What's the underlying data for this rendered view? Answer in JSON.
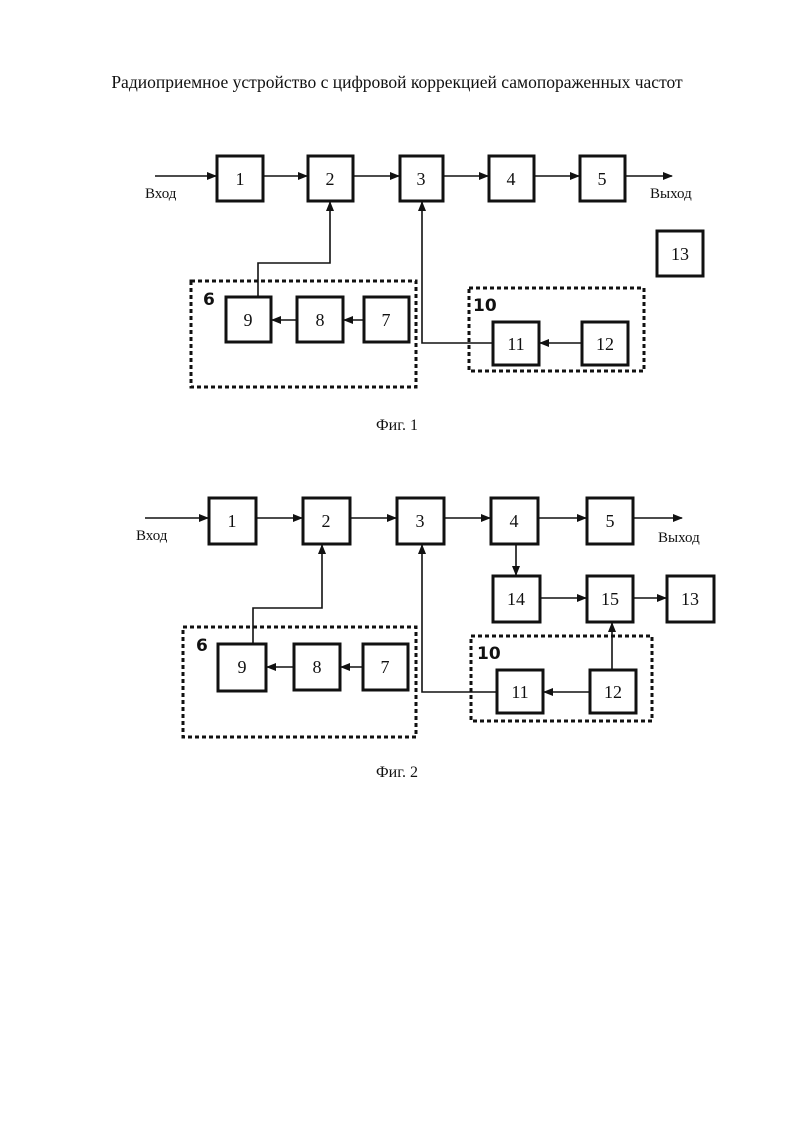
{
  "document": {
    "title": "Радиоприемное устройство с цифровой коррекцией самопораженных частот"
  },
  "figures": [
    {
      "caption": "Фиг. 1",
      "input_label": "Вход",
      "output_label": "Выход",
      "blocks": [
        "1",
        "2",
        "3",
        "4",
        "5",
        "7",
        "8",
        "9",
        "11",
        "12",
        "13"
      ],
      "groups": [
        {
          "label": "6",
          "contains": [
            "9",
            "8",
            "7"
          ]
        },
        {
          "label": "10",
          "contains": [
            "11",
            "12"
          ]
        }
      ],
      "connections": [
        [
          "Вход",
          "1"
        ],
        [
          "1",
          "2"
        ],
        [
          "2",
          "3"
        ],
        [
          "3",
          "4"
        ],
        [
          "4",
          "5"
        ],
        [
          "5",
          "Выход"
        ],
        [
          "7",
          "8"
        ],
        [
          "8",
          "9"
        ],
        [
          "9",
          "2"
        ],
        [
          "12",
          "11"
        ],
        [
          "11",
          "3"
        ]
      ]
    },
    {
      "caption": "Фиг. 2",
      "input_label": "Вход",
      "output_label": "Выход",
      "blocks": [
        "1",
        "2",
        "3",
        "4",
        "5",
        "7",
        "8",
        "9",
        "11",
        "12",
        "13",
        "14",
        "15"
      ],
      "groups": [
        {
          "label": "6",
          "contains": [
            "9",
            "8",
            "7"
          ]
        },
        {
          "label": "10",
          "contains": [
            "11",
            "12"
          ]
        }
      ],
      "connections": [
        [
          "Вход",
          "1"
        ],
        [
          "1",
          "2"
        ],
        [
          "2",
          "3"
        ],
        [
          "3",
          "4"
        ],
        [
          "4",
          "5"
        ],
        [
          "5",
          "Выход"
        ],
        [
          "4",
          "14"
        ],
        [
          "14",
          "15"
        ],
        [
          "15",
          "13"
        ],
        [
          "12",
          "15"
        ],
        [
          "7",
          "8"
        ],
        [
          "8",
          "9"
        ],
        [
          "9",
          "2"
        ],
        [
          "12",
          "11"
        ],
        [
          "11",
          "3"
        ]
      ]
    }
  ]
}
